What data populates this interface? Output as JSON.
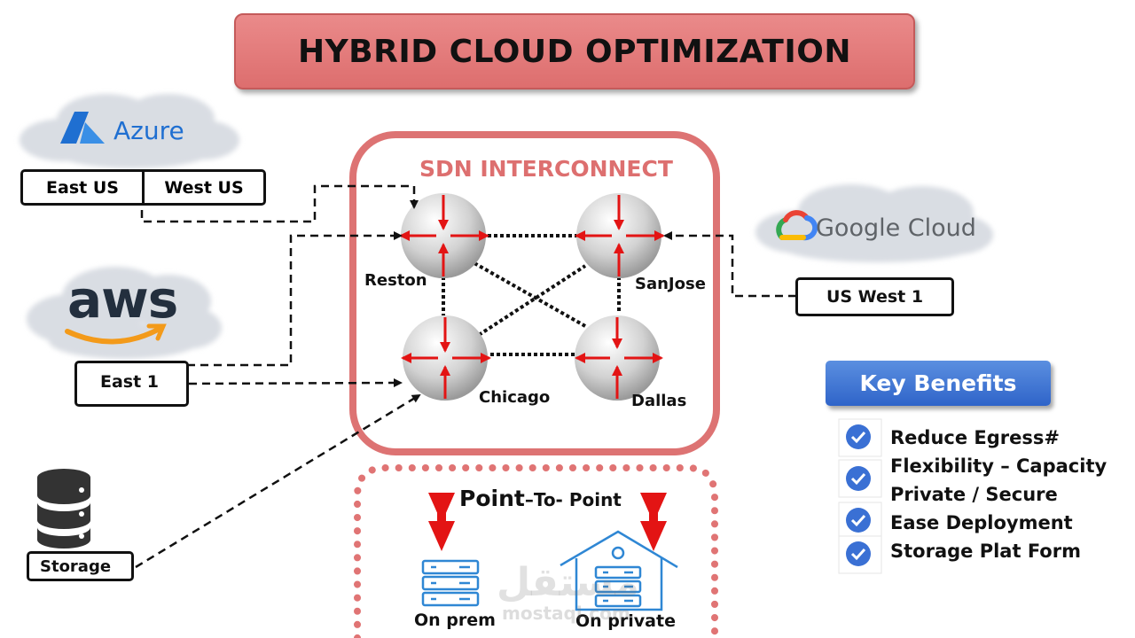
{
  "title": "HYBRID CLOUD OPTIMIZATION",
  "sdn": {
    "label": "SDN INTERCONNECT"
  },
  "azure": {
    "name": "Azure",
    "regions": [
      "East US",
      "West US"
    ]
  },
  "aws": {
    "name": "aws",
    "region": "East 1"
  },
  "google": {
    "name": "Google Cloud",
    "region": "US West 1"
  },
  "storage": {
    "label": "Storage"
  },
  "nodes": {
    "reston": "Reston",
    "sanjose": "SanJose",
    "chicago": "Chicago",
    "dallas": "Dallas"
  },
  "p2p": {
    "main": "Point",
    "rest": "–To- Point"
  },
  "onprem": {
    "label": "On prem"
  },
  "onprivate": {
    "label": "On private"
  },
  "benefits": {
    "title": "Key Benefits",
    "items": [
      "Reduce Egress#",
      "Flexibility – Capacity",
      "Private / Secure",
      "Ease Deployment",
      "Storage Plat Form"
    ]
  },
  "watermark": {
    "arabic": "مستقل",
    "latin": "mostaql.com"
  },
  "colors": {
    "arrow": "#e31414",
    "sdn_border": "#dd7373",
    "banner": "#e27a7a",
    "benefit_blue": "#3a70d4"
  }
}
